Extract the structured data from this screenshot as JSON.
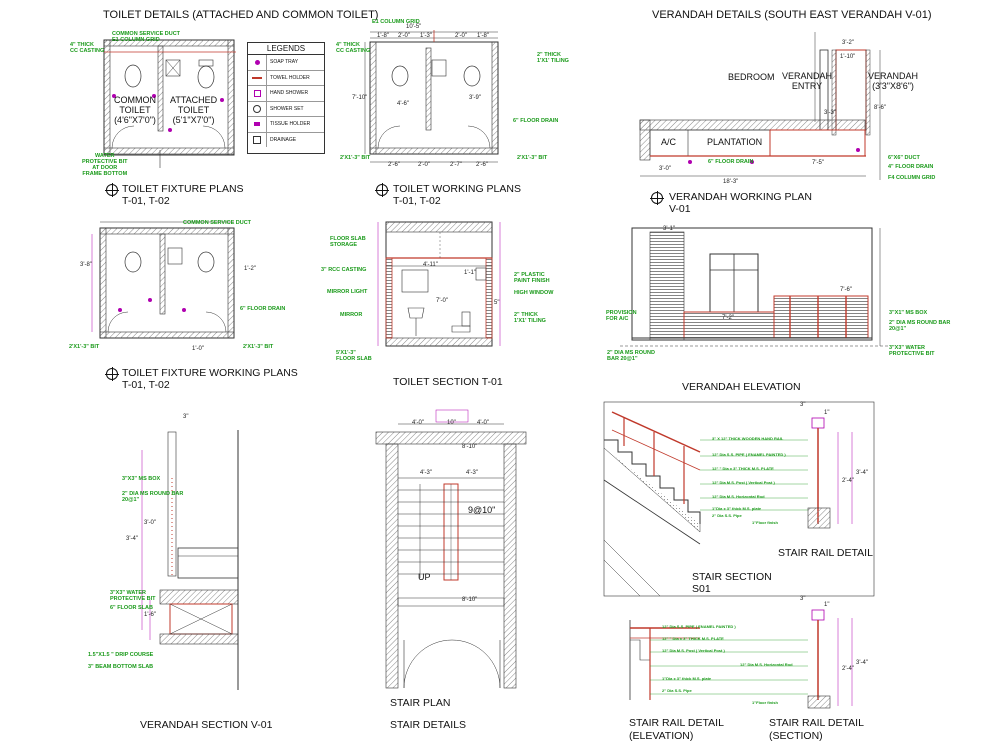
{
  "titles": {
    "toilet_details": "TOILET DETAILS (ATTACHED AND COMMON TOILET)",
    "verandah_details": "VERANDAH DETAILS (SOUTH EAST VERANDAH V-01)"
  },
  "captions": {
    "fixture_plans": "TOILET FIXTURE PLANS",
    "fixture_plans_ref": "T-01, T-02",
    "working_plans": "TOILET WORKING PLANS",
    "working_plans_ref": "T-01, T-02",
    "fixture_working_plans": "TOILET FIXTURE WORKING PLANS",
    "fixture_working_plans_ref": "T-01, T-02",
    "toilet_section": "TOILET SECTION T-01",
    "verandah_working_plan": "VERANDAH WORKING PLAN",
    "verandah_working_plan_ref": "V-01",
    "verandah_elevation": "VERANDAH ELEVATION",
    "verandah_section": "VERANDAH SECTION V-01",
    "stair_plan": "STAIR PLAN",
    "stair_details": "STAIR DETAILS",
    "stair_rail_detail": "STAIR RAIL DETAIL",
    "stair_section": "STAIR SECTION",
    "stair_section_ref": "S01",
    "rail_elevation": "STAIR RAIL DETAIL\n(ELEVATION)",
    "rail_section": "STAIR RAIL DETAIL\n(SECTION)"
  },
  "rooms": {
    "common_toilet": "COMMON\nTOILET\n(4'6\"X7'0\")",
    "attached_toilet": "ATTACHED\nTOILET\n(5'1\"X7'0\")",
    "bedroom": "BEDROOM",
    "verandah_entry": "VERANDAH\nENTRY",
    "verandah": "VERANDAH\n(3'3\"X8'6\")",
    "ac": "A/C",
    "plantation": "PLANTATION",
    "up": "UP",
    "stair_count": "9@10\""
  },
  "legend": {
    "title": "LEGENDS",
    "items": [
      "SOAP TRAY",
      "TOWEL HOLDER",
      "HAND SHOWER",
      "SHOWER SET",
      "TISSUE HOLDER",
      "DRAINAGE"
    ]
  },
  "notes": {
    "cc_casting": "4\" THICK\nCC CASTING",
    "service_duct": "COMMON SERVICE DUCT\nE1 COLUMN GRID",
    "water_bit": "WATER\nPROTECTIVE BIT\nAT DOOR\nFRAME BOTTOM",
    "column_grid": "E1 COLUMN GRID",
    "tiling": "2\" THICK\n1'X1' TILING",
    "floor_drain": "6\" FLOOR DRAIN",
    "bit_2x1": "2'X1'-3\" BIT",
    "service_duct2": "COMMON SERVICE DUCT",
    "floor_slab_storage": "FLOOR SLAB\nSTORAGE",
    "rcc_casting": "3\" RCC CASTING",
    "mirror_light": "MIRROR LIGHT",
    "mirror": "MIRROR",
    "floor_slab": "5'X1'-3\"\nFLOOR SLAB",
    "plastic_paint": "2\" PLASTIC\nPAINT FINISH",
    "high_window": "HIGH WINDOW",
    "tiling2": "2\" THICK\n1'X1' TILING",
    "v_duct": "6\"X6\" DUCT",
    "v_drain": "4\" FLOOR DRAIN",
    "v_grid": "F4 COLUMN GRID",
    "v_floor_drain": "6\" FLOOR DRAIN",
    "provision_ac": "PROVISION\nFOR A/C",
    "ms_box": "3\"X1\" MS BOX",
    "round_bar": "2\" DIA MS ROUND BAR\n20@1\"",
    "water_bit2": "3\"X3\" WATER\nPROTECTIVE BIT",
    "round_bar2": "2\" DIA MS ROUND\nBAR 20@1\"",
    "vs_ms_box": "3\"X3\" MS BOX",
    "vs_round_bar": "2\" DIA MS ROUND BAR\n20@1\"",
    "vs_water": "3\"X3\" WATER\nPROTECTIVE BIT",
    "vs_slab": "6\" FLOOR SLAB",
    "vs_drip": "1.5\"X1.5 \" DRIP COURSE",
    "vs_beam": "3\" BEAM BOTTOM SLAB",
    "r1": "3\" X 12\" THICK WOODEN HAND RAIL",
    "r2": "12\" Dia S.S. PIPE ( ENAMEL PAINTED )",
    "r3": "12\" \" Dia x 3\" THICK M.S. PLATE",
    "r4": "12\" Dia M.S. Post ( Vertical Post )",
    "r5": "12\" Dia M.S. Horizontal Rod",
    "r6": "1\"Dia x 3\" thick M.S. plate",
    "r7": "2\" Dia S.S. Pipe",
    "r8": "1\"Floor finish"
  },
  "dims": {
    "d_10_5": "10'-5\"",
    "d_1_8": "1'-8\"",
    "d_2_0": "2'-0\"",
    "d_1_3": "1'-3\"",
    "d_7_10": "7'-10\"",
    "d_4_6": "4'-6\"",
    "d_2_6": "2'-6\"",
    "d_2_7": "2'-7\"",
    "d_3_9": "3'-9\"",
    "d_4_11": "4'-11\"",
    "d_7_0": "7'-0\"",
    "d_1_1": "1'-1\"",
    "d_3_2": "3'-2\"",
    "d_1_10": "1'-10\"",
    "d_8_6": "8'-6\"",
    "d_3_3": "3'-3\"",
    "d_7_5": "7'-5\"",
    "d_18_3": "18'-3\"",
    "d_3_0": "3'-0\"",
    "d_7_2": "7'-2\"",
    "d_3_1": "3'-1\"",
    "d_7_6": "7'-6\"",
    "d_4_0": "4'-0\"",
    "d_10": "10\"",
    "d_8_10": "8'-10\"",
    "d_4_3": "4'-3\"",
    "d_3": "3\"",
    "d_1": "1\"",
    "d_3_4": "3'-4\"",
    "d_2_4": "2'-4\"",
    "d_1_6": "1'-6\"",
    "d_5": "5\"",
    "d_1_2": "1'-2\"",
    "d_3_8": "3'-8\"",
    "d_1_0": "1'-0\""
  },
  "colors": {
    "wall": "#555555",
    "hatch": "#999999",
    "accent": "#c0392b",
    "note": "#1a9a1a",
    "dimension": "#b000b0"
  }
}
